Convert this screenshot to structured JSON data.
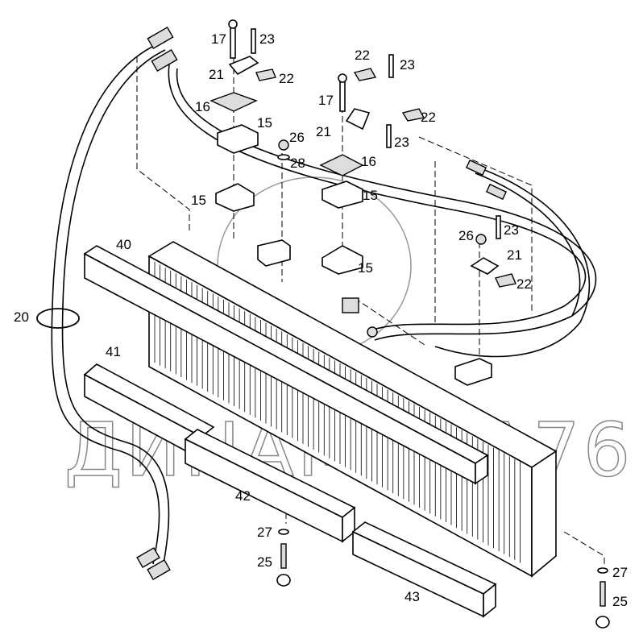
{
  "diagram": {
    "watermark": "ДИНАМИКА76",
    "callouts": [
      {
        "id": "c1",
        "text": "17"
      },
      {
        "id": "c2",
        "text": "23"
      },
      {
        "id": "c3",
        "text": "21"
      },
      {
        "id": "c4",
        "text": "22"
      },
      {
        "id": "c5",
        "text": "16"
      },
      {
        "id": "c6",
        "text": "15"
      },
      {
        "id": "c7",
        "text": "22"
      },
      {
        "id": "c8",
        "text": "23"
      },
      {
        "id": "c9",
        "text": "17"
      },
      {
        "id": "c10",
        "text": "21"
      },
      {
        "id": "c11",
        "text": "22"
      },
      {
        "id": "c12",
        "text": "23"
      },
      {
        "id": "c13",
        "text": "26"
      },
      {
        "id": "c14",
        "text": "28"
      },
      {
        "id": "c15",
        "text": "16"
      },
      {
        "id": "c16",
        "text": "15"
      },
      {
        "id": "c17",
        "text": "15"
      },
      {
        "id": "c18",
        "text": "15"
      },
      {
        "id": "c19",
        "text": "40"
      },
      {
        "id": "c20",
        "text": "26"
      },
      {
        "id": "c21",
        "text": "23"
      },
      {
        "id": "c22",
        "text": "21"
      },
      {
        "id": "c23",
        "text": "22"
      },
      {
        "id": "c24",
        "text": "20"
      },
      {
        "id": "c25",
        "text": "41"
      },
      {
        "id": "c26",
        "text": "42"
      },
      {
        "id": "c27",
        "text": "27"
      },
      {
        "id": "c28",
        "text": "25"
      },
      {
        "id": "c29",
        "text": "43"
      },
      {
        "id": "c30",
        "text": "27"
      },
      {
        "id": "c31",
        "text": "25"
      }
    ]
  }
}
